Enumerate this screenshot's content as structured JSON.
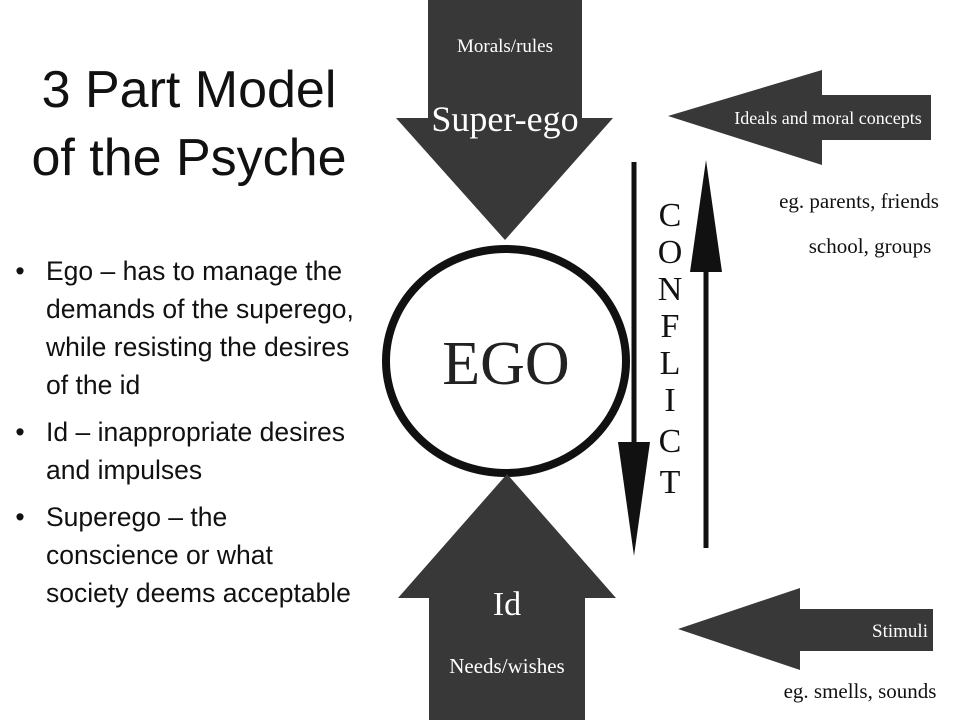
{
  "slide": {
    "title_line1": "3 Part Model",
    "title_line2": "of the Psyche",
    "bullets": [
      {
        "text": "Ego – has to manage the demands of the superego, while resisting the desires of the id"
      },
      {
        "text": "Id – inappropriate desires and impulses"
      },
      {
        "text": "Superego – the conscience or what society deems acceptable"
      }
    ]
  },
  "diagram": {
    "superego_top": "Morals/rules",
    "superego_main": "Super-ego",
    "ego": "EGO",
    "id_main": "Id",
    "id_bottom": "Needs/wishes",
    "ideals_arrow": "Ideals and moral concepts",
    "ideals_eg_line1": "eg. parents, friends",
    "ideals_eg_line2": "school, groups",
    "stimuli_arrow": "Stimuli",
    "stimuli_eg": "eg. smells, sounds",
    "conflict_letters": [
      "C",
      "O",
      "N",
      "F",
      "L",
      "I",
      "C",
      "T"
    ],
    "colors": {
      "arrow": "#383838",
      "text_on_arrow": "#ffffff",
      "ink": "#111111"
    }
  }
}
